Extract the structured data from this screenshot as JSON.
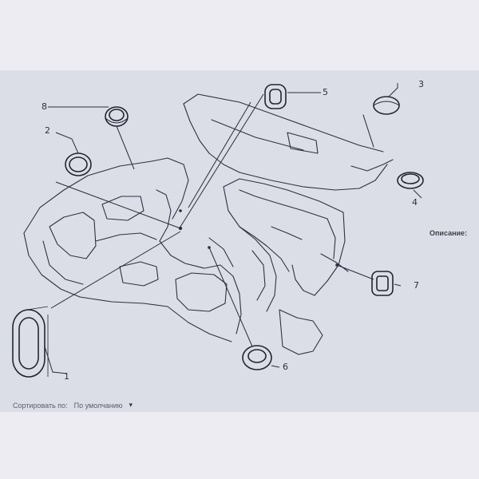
{
  "callouts": {
    "c1": "1",
    "c2": "2",
    "c3": "3",
    "c4": "4",
    "c5": "5",
    "c6": "6",
    "c7": "7",
    "c8": "8"
  },
  "description_label": "Описание:",
  "sort": {
    "label": "Сортировать по:",
    "value": "По умолчанию"
  }
}
